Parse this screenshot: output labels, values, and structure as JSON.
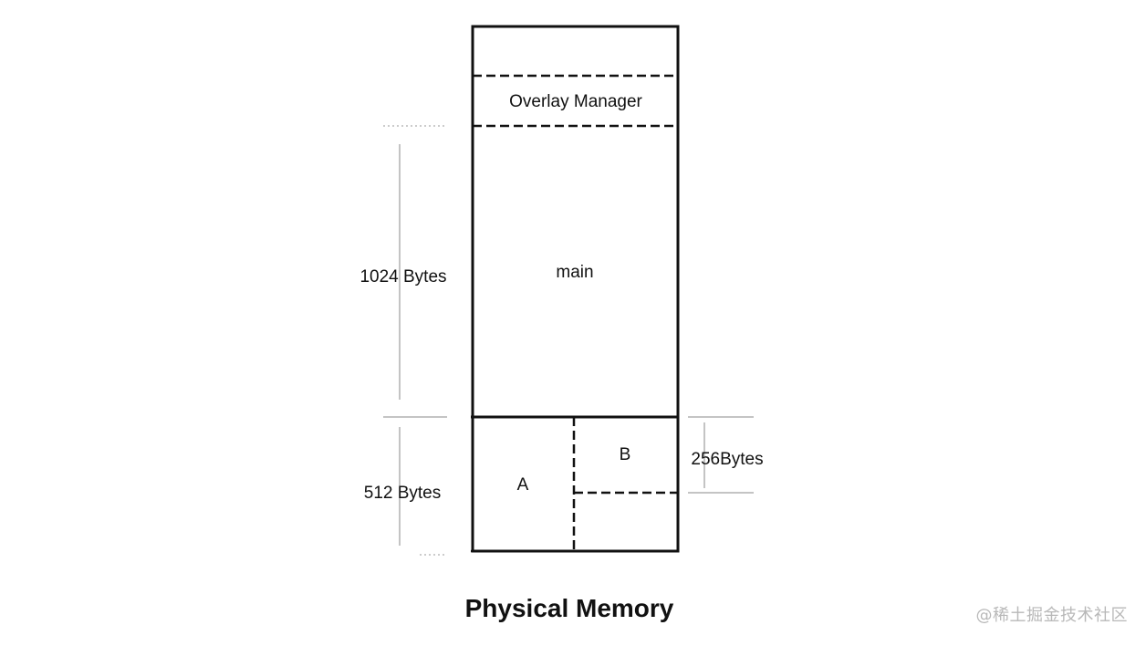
{
  "diagram": {
    "sections": {
      "overlay_manager": "Overlay Manager",
      "main": "main",
      "a": "A",
      "b": "B"
    },
    "dimensions": {
      "main_size": "1024 Bytes",
      "overlay_size": "512 Bytes",
      "b_size": "256Bytes"
    },
    "title": "Physical Memory"
  },
  "watermark": "@稀土掘金技术社区",
  "colors": {
    "line": "#111111",
    "guide": "#9a9a9a",
    "watermark": "#b8b8b8"
  }
}
